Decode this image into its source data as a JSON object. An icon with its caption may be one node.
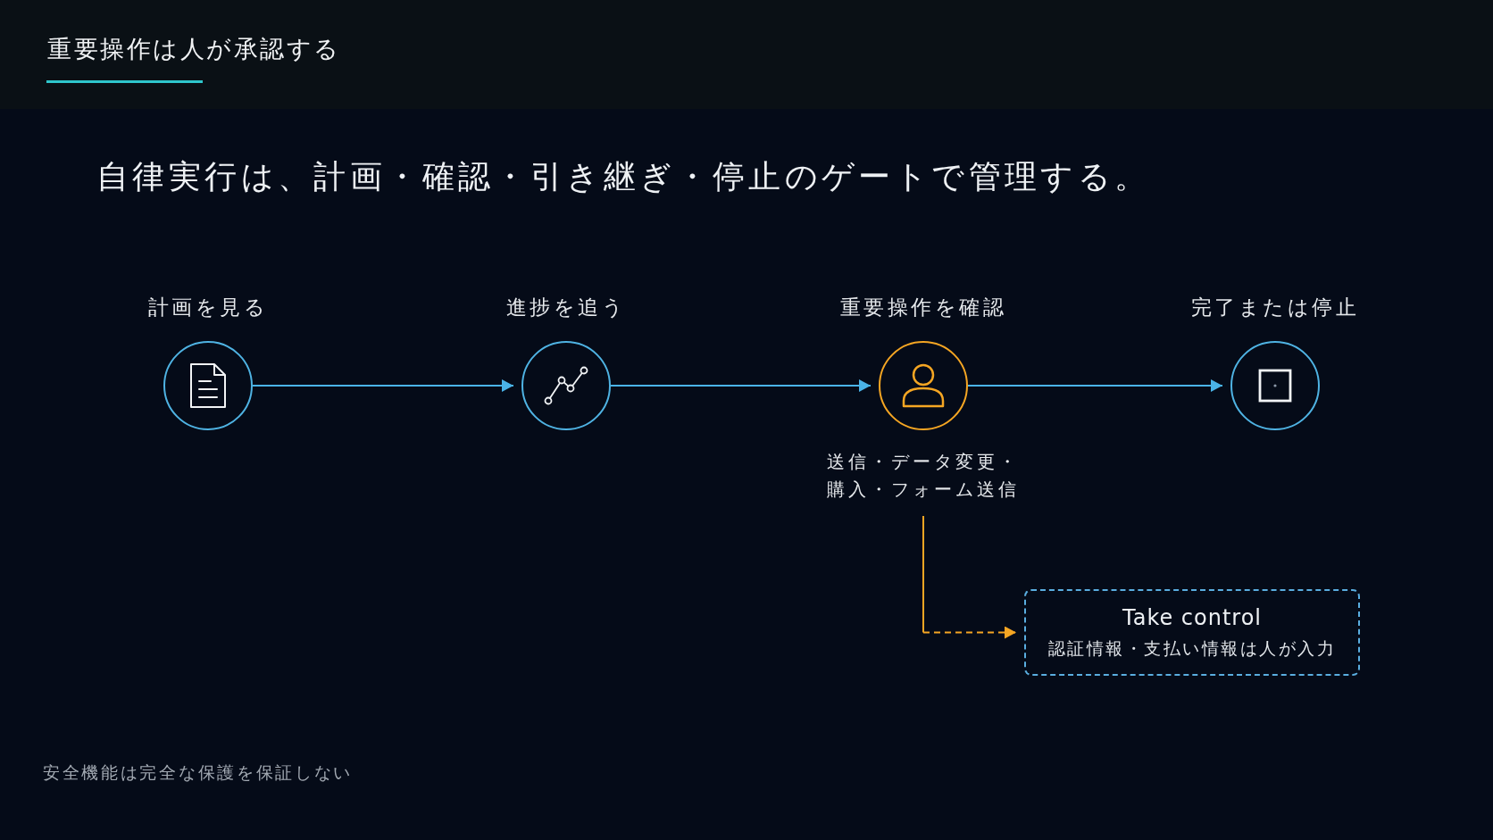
{
  "diagram": {
    "title": "重要操作は人が承認する",
    "nodes": [
      {
        "text": [
          "計画を見る"
        ]
      },
      {
        "text": [
          "進捗を追う"
        ]
      },
      {
        "text": [
          "重要操作を確認"
        ],
        "beside": [
          "送信・データ変更・購入・フォーム送信"
        ]
      },
      {
        "text": [
          "完了または停止"
        ]
      },
      {
        "text": [
          "Take control",
          "認証情報・支払い情報は人が入力"
        ]
      }
    ],
    "edges": [
      {
        "from": 0,
        "to": 1,
        "arrow": "to"
      },
      {
        "from": 1,
        "to": 2,
        "arrow": "to"
      },
      {
        "from": 2,
        "to": 3,
        "arrow": "to"
      },
      {
        "from": 2,
        "to": 4,
        "arrow": "to",
        "style": "dashed",
        "color": "#f5a623"
      }
    ],
    "labels": [
      "自律実行は、計画・確認・引き継ぎ・停止のゲートで管理する。",
      "安全機能は完全な保護を保証しない"
    ]
  }
}
